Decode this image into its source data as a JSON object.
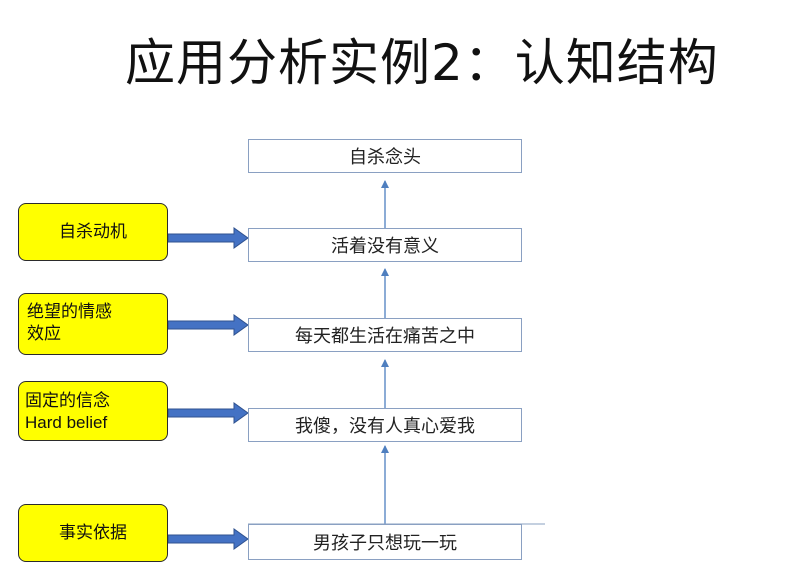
{
  "title": "应用分析实例2：认知结构",
  "chain": [
    {
      "text": "自杀念头"
    },
    {
      "text": "活着没有意义"
    },
    {
      "text": "每天都生活在痛苦之中"
    },
    {
      "text": "我傻，没有人真心爱我"
    },
    {
      "text": "男孩子只想玩一玩"
    }
  ],
  "labels": [
    {
      "lines": [
        "自杀动机"
      ]
    },
    {
      "lines": [
        "绝望的情感",
        "效应"
      ]
    },
    {
      "lines": [
        "固定的信念",
        "Hard belief"
      ]
    },
    {
      "lines": [
        "事实依据"
      ]
    }
  ],
  "colors": {
    "label_fill": "#ffff00",
    "block_arrow": "#4472c4",
    "chain_arrow": "#4f7fbf",
    "chain_border": "#8aa0c2"
  }
}
